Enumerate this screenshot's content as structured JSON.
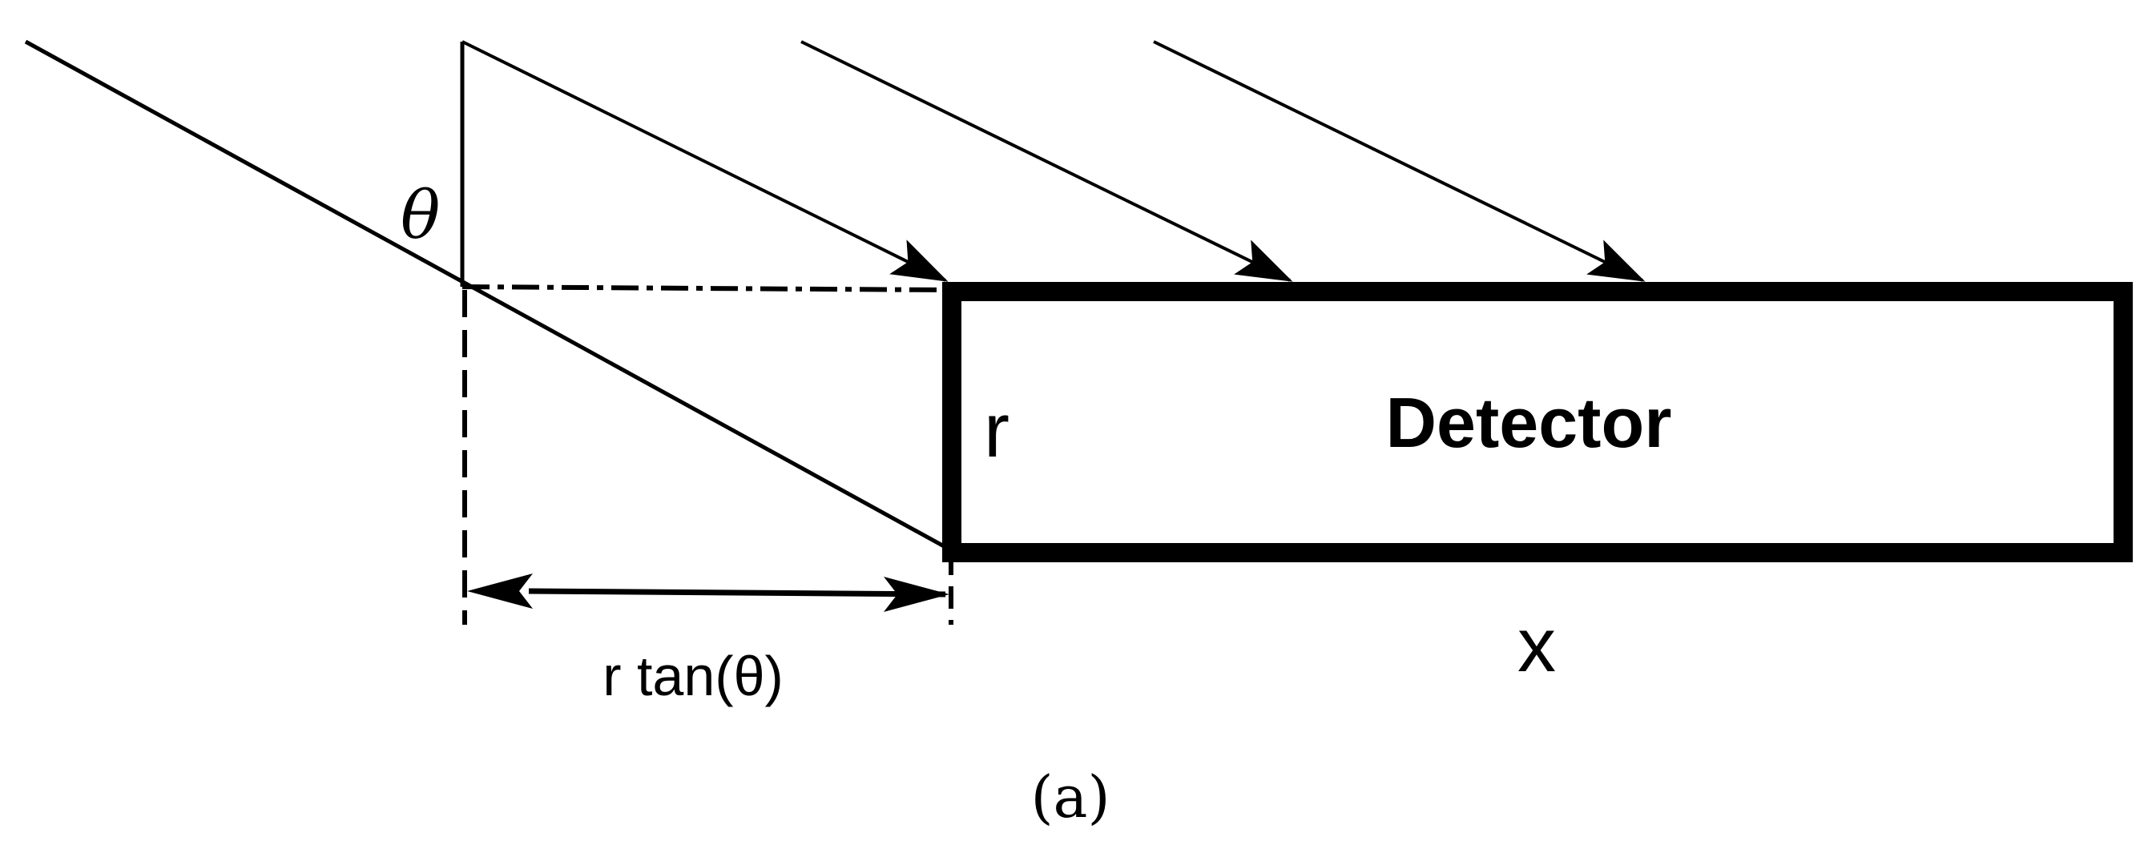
{
  "diagram": {
    "detector_label": "Detector",
    "theta_label": "θ",
    "r_label": "r",
    "x_label": "x",
    "dimension_label": "r tan(θ)",
    "caption": "(a)"
  },
  "colors": {
    "stroke": "#000000",
    "background": "#ffffff"
  }
}
